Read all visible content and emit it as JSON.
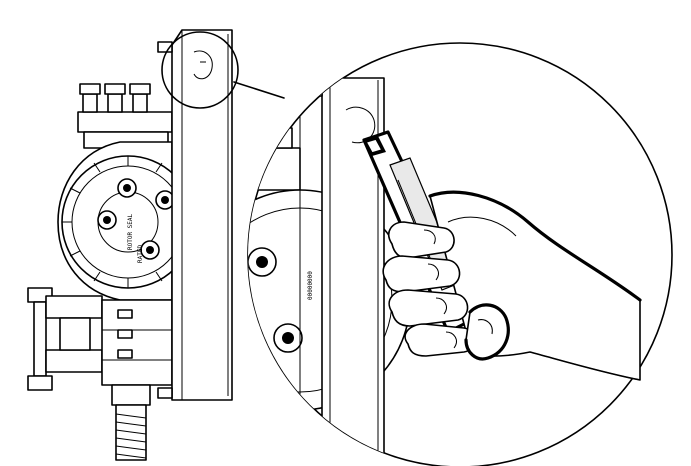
{
  "figure": {
    "subject": "pump-housing-cover-removal-with-utility-knife",
    "colors": {
      "line": "#000000",
      "background": "#ffffff",
      "shade": "#e9e9e9"
    },
    "icons": [
      "pump-assembly",
      "magnifier-callout",
      "hand-with-utility-knife"
    ]
  }
}
